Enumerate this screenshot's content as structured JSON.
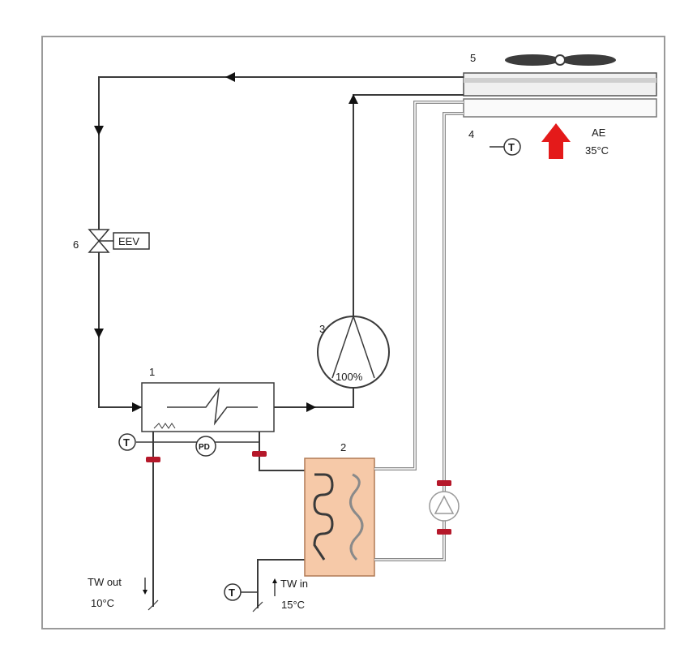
{
  "components": {
    "evaporator_number": "1",
    "desuperheater_number": "2",
    "compressor_number": "3",
    "cooler_number": "4",
    "fan_number": "5",
    "valve_number": "6"
  },
  "labels": {
    "valve": "EEV",
    "compressor_load": "100%",
    "pressure_sensor": "PD",
    "temp_sensor": "T",
    "air": "AE",
    "air_temp": "35°C",
    "water_out": "TW out",
    "water_out_temp": "10°C",
    "water_in": "TW in",
    "water_in_temp": "15°C"
  },
  "colors": {
    "pipe": "#3a3a3a",
    "pipe_light": "#8a8a8a",
    "heat_exchanger_fill": "#f6c9a8",
    "heat_exchanger_stroke": "#b07a55",
    "connector": "#b5182a",
    "air_arrow": "#e41a1a"
  }
}
